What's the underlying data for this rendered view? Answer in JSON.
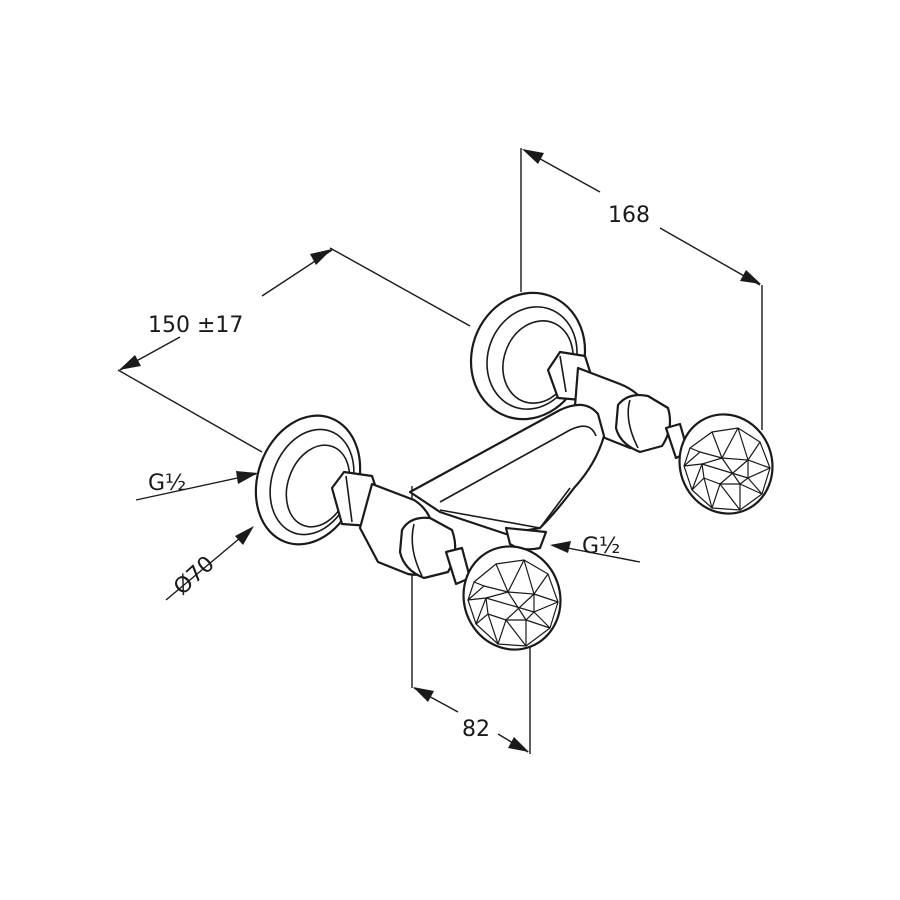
{
  "dimensions": {
    "top_width": "168",
    "spacing": "150 ±17",
    "depth": "82",
    "diameter": "Ø70",
    "thread_left": "G½",
    "thread_right": "G½"
  }
}
